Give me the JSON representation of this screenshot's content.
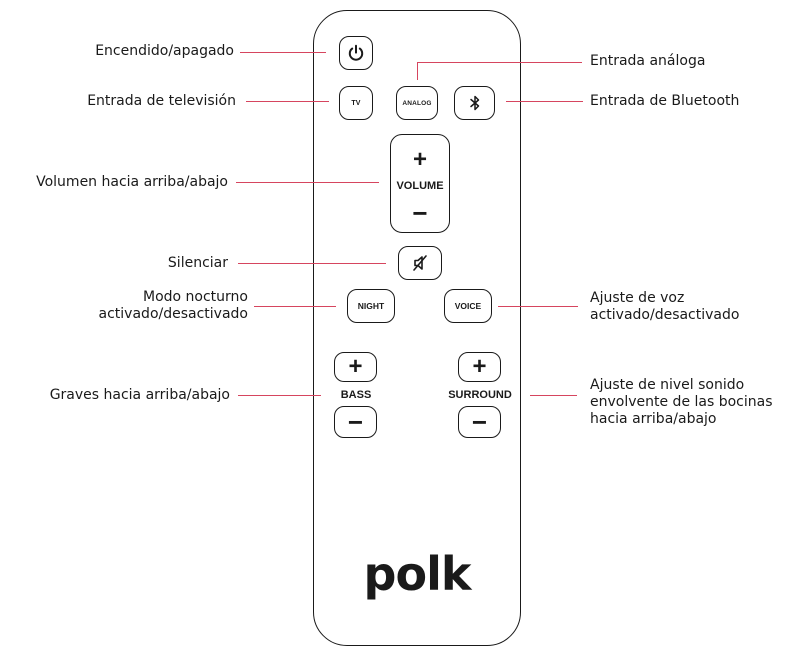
{
  "labels": {
    "power": "Encendido/apagado",
    "analog_input": "Entrada análoga",
    "tv_input": "Entrada de televisión",
    "bluetooth_input": "Entrada de Bluetooth",
    "volume": "Volumen hacia arriba/abajo",
    "mute": "Silenciar",
    "night_mode": [
      "Modo nocturno",
      "activado/desactivado"
    ],
    "voice_adjust": [
      "Ajuste de voz",
      "activado/desactivado"
    ],
    "bass": "Graves hacia arriba/abajo",
    "surround": [
      "Ajuste de nivel sonido",
      "envolvente de las bocinas",
      "hacia arriba/abajo"
    ]
  },
  "remote": {
    "tv_button": "TV",
    "analog_button": "ANALOG",
    "volume_label": "VOLUME",
    "night_button": "NIGHT",
    "voice_button": "VOICE",
    "bass_label": "BASS",
    "surround_label": "SURROUND",
    "plus": "+",
    "minus": "−",
    "brand": "polk"
  },
  "icons": {
    "power": "power-icon",
    "bluetooth": "bluetooth-icon",
    "mute": "mute-icon"
  },
  "colors": {
    "leader_line": "#d6455f",
    "outline": "#1a1a1a"
  }
}
